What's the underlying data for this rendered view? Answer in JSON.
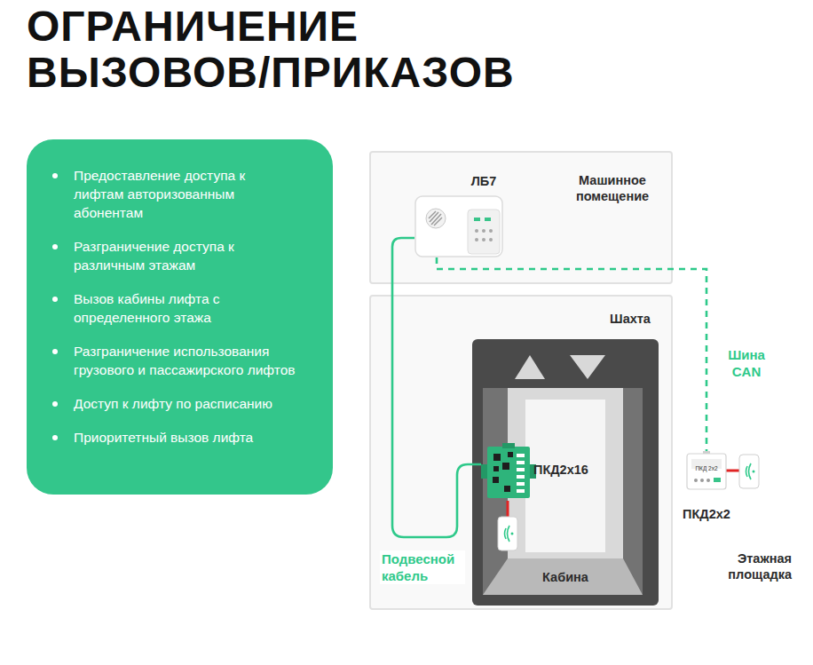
{
  "diagram": {
    "title": "ОГРАНИЧЕНИЕ ВЫЗОВОВ/ПРИКАЗОВ",
    "nodes": [
      {
        "text": [
          "Предоставление доступа к лифтам авторизованным абонентам",
          "Разграничение доступа к различным этажам",
          "Вызов кабины лифта с определенного этажа",
          "Разграничение использования грузового и пассажирского лифтов",
          "Доступ к лифту по расписанию",
          "Приоритетный вызов лифта"
        ]
      },
      {
        "text": [
          "Машинное помещение"
        ]
      },
      {
        "text": [
          "ЛБ7"
        ],
        "in": 1
      },
      {
        "text": [
          "Шахта"
        ]
      },
      {
        "text": [
          "Кабина"
        ],
        "in": 3
      },
      {
        "text": [
          "ПКД2х16"
        ],
        "in": 4
      },
      {
        "text": [
          "ПКД 2x2",
          "ПКД2х2"
        ]
      }
    ],
    "edges": [
      {
        "from": 2,
        "to": 5,
        "arrow": "none",
        "label": "Подвесной кабель"
      },
      {
        "from": 2,
        "to": 6,
        "arrow": "none",
        "label": "Шина CAN"
      }
    ],
    "labels": [
      "Этажная площадка"
    ]
  }
}
